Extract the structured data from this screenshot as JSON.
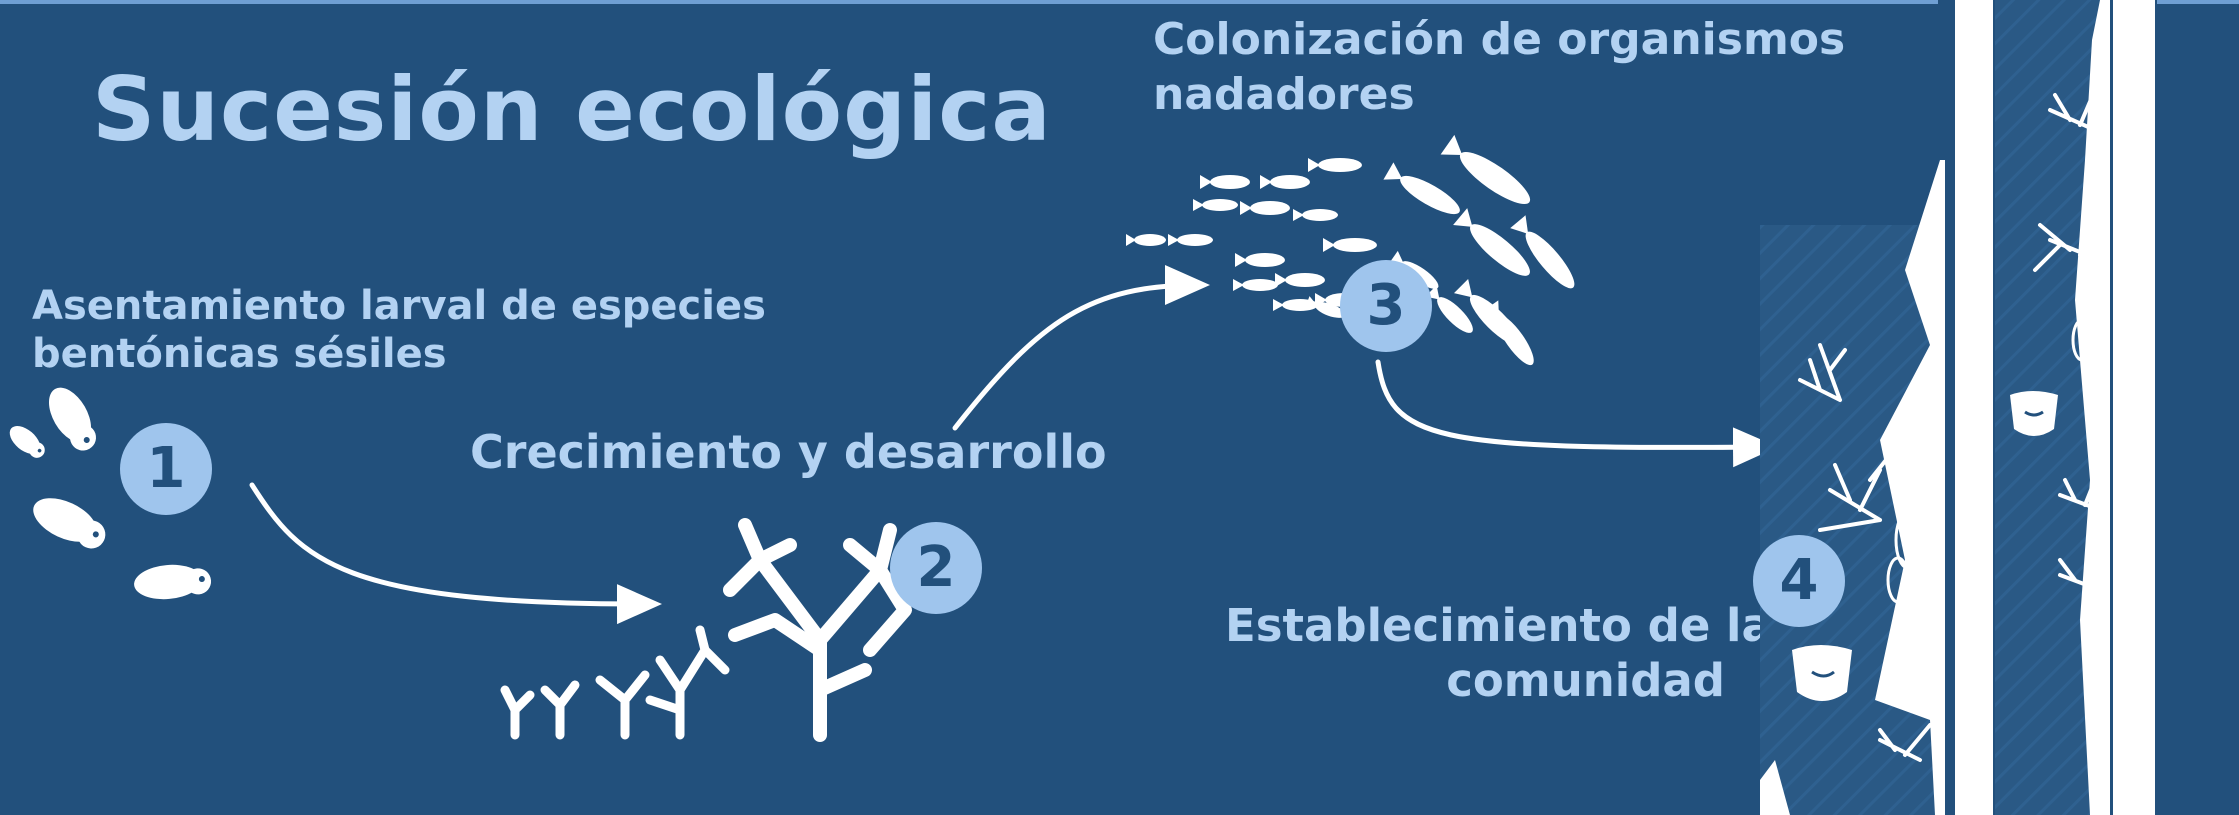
{
  "diagram": {
    "title": "Sucesión ecológica",
    "steps": [
      {
        "number": "1",
        "label_lines": [
          "Asentamiento larval de especies",
          "bentónicas sésiles"
        ]
      },
      {
        "number": "2",
        "label_lines": [
          "Crecimiento y desarrollo"
        ]
      },
      {
        "number": "3",
        "label_lines": [
          "Colonización de organismos",
          "nadadores"
        ]
      },
      {
        "number": "4",
        "label_lines": [
          "Establecimiento de la",
          "comunidad"
        ]
      }
    ],
    "colors": {
      "background": "#22507c",
      "label_text": "#b3d2f2",
      "badge_fill": "#9fc5ed",
      "badge_text": "#22507c",
      "illustration": "#ffffff"
    },
    "icons": [
      "larva-icon",
      "coral-icon",
      "fish-school-icon",
      "reef-community-icon",
      "arrow-icon"
    ]
  }
}
